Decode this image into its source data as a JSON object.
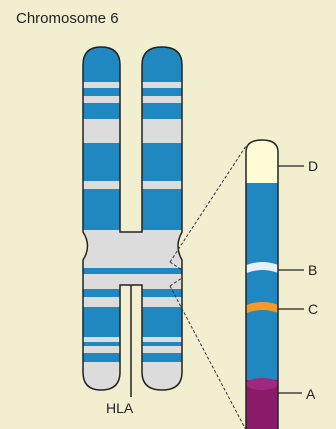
{
  "title": "Chromosome 6",
  "labels": {
    "hla": "HLA",
    "d": "D",
    "b": "B",
    "c": "C",
    "a": "A"
  },
  "colors": {
    "background": "#f2eed0",
    "band_blue": "#1f88c0",
    "band_light": "#dcdcdc",
    "region_d": "#fffbd4",
    "region_b": "#e8f0f6",
    "region_c": "#f59a26",
    "region_a": "#8a1a6a",
    "outline": "#222222"
  }
}
